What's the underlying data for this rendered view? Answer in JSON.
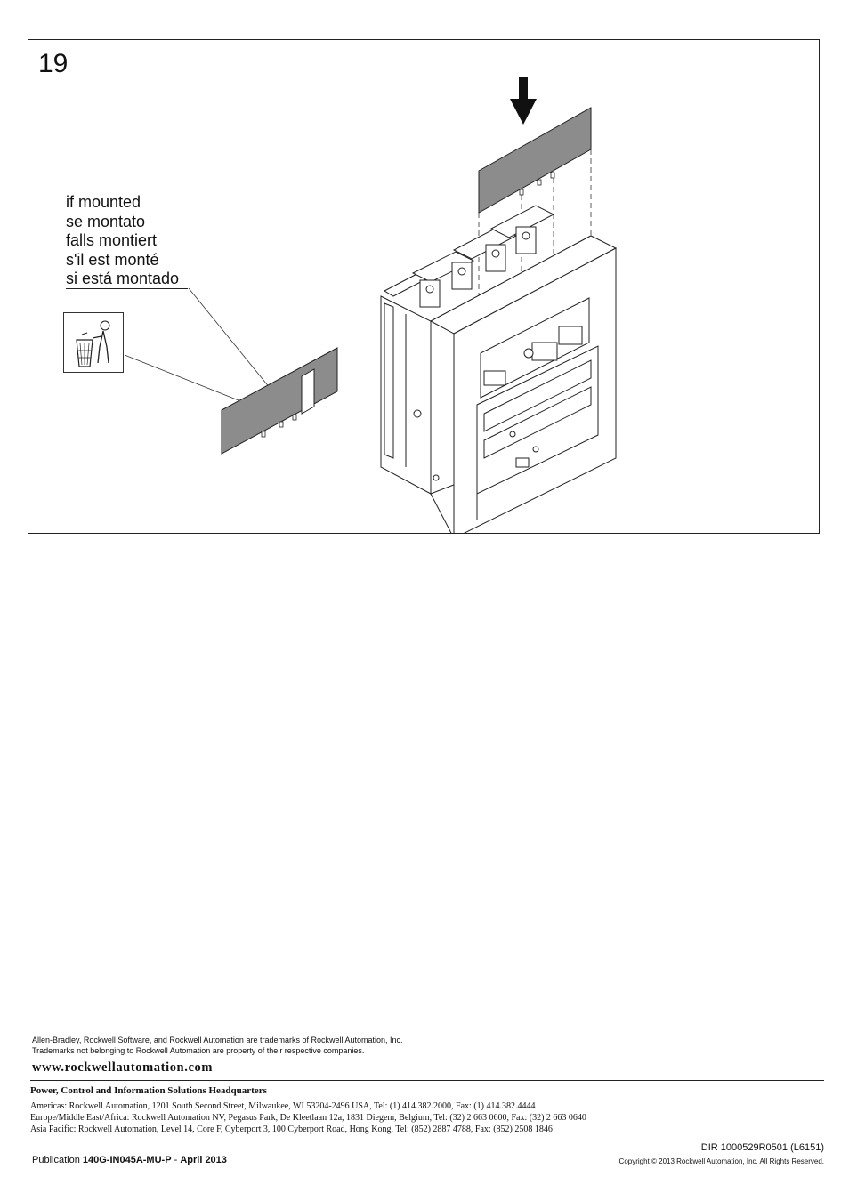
{
  "step": {
    "number": "19"
  },
  "callout": {
    "lines": [
      "if mounted",
      "se montato",
      "falls montiert",
      "s'il est monté",
      "si está montado"
    ]
  },
  "illustration": {
    "trash_icon": "trash-bin-disposal-icon",
    "arrow_icon": "down-arrow-icon",
    "cover_color": "#8c8c8c"
  },
  "footer": {
    "trademarks": [
      "Allen-Bradley, Rockwell Software, and Rockwell Automation are trademarks of Rockwell Automation, Inc.",
      "Trademarks not belonging to Rockwell Automation are property of their respective companies."
    ],
    "website": "www.rockwellautomation.com",
    "hq_title": "Power, Control and Information Solutions Headquarters",
    "addresses": [
      "Americas: Rockwell Automation, 1201 South Second Street, Milwaukee, WI 53204-2496 USA, Tel: (1) 414.382.2000, Fax: (1) 414.382.4444",
      "Europe/Middle East/Africa: Rockwell Automation NV, Pegasus Park, De Kleetlaan 12a, 1831 Diegem, Belgium, Tel: (32) 2 663 0600, Fax: (32) 2 663 0640",
      "Asia Pacific: Rockwell Automation, Level 14, Core F, Cyberport 3, 100 Cyberport Road, Hong Kong, Tel: (852) 2887 4788, Fax: (852) 2508 1846"
    ],
    "dir": "DIR 1000529R0501 (L6151)",
    "publication_prefix": "Publication",
    "publication_code": "140G-IN045A-MU-P",
    "publication_sep": "-",
    "publication_date": "April 2013",
    "copyright": "Copyright © 2013 Rockwell Automation, Inc. All Rights Reserved."
  }
}
